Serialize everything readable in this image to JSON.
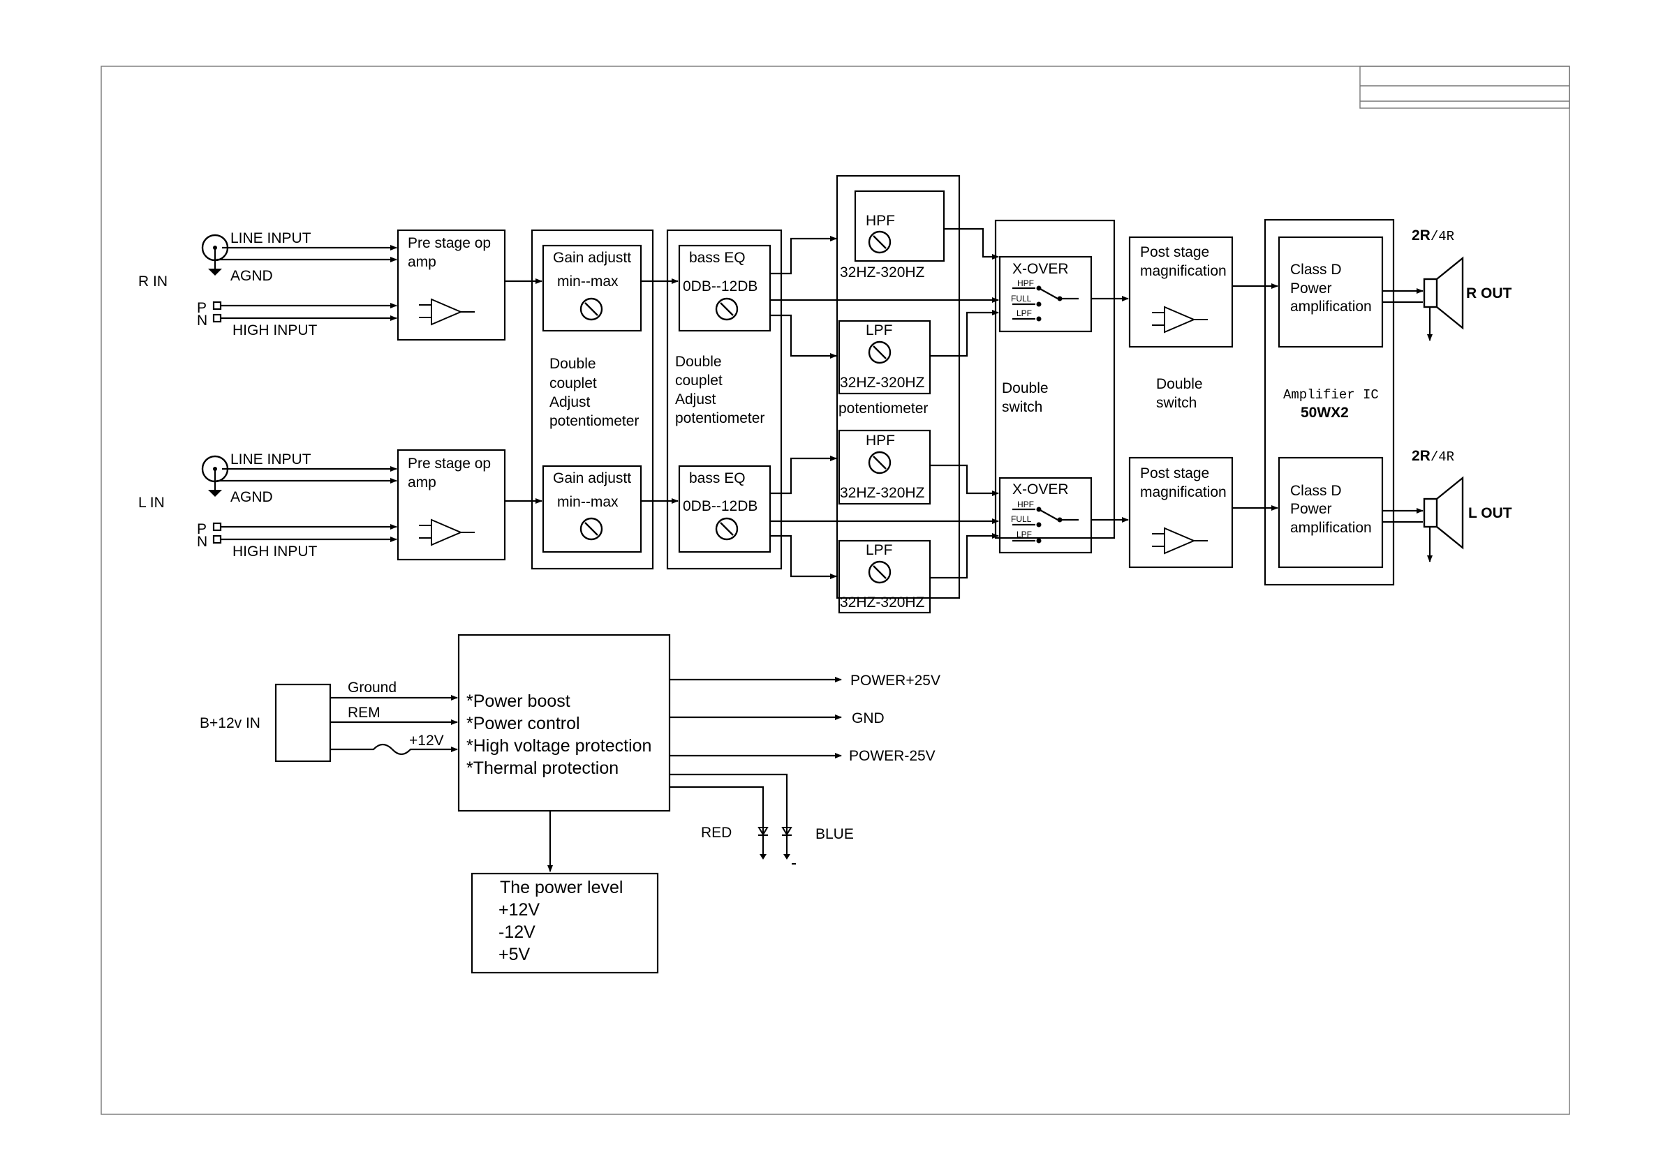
{
  "right_channel": {
    "label": "R IN",
    "line_input": "LINE INPUT",
    "agnd": "AGND",
    "p": "P",
    "n": "N",
    "high_input": "HIGH INPUT",
    "pre_amp": [
      "Pre stage op",
      "amp"
    ],
    "gain": [
      "Gain adjustt",
      "min--max"
    ],
    "bass": [
      "bass EQ",
      "0DB--12DB"
    ],
    "hpf": [
      "HPF",
      "32HZ-320HZ"
    ],
    "lpf": [
      "LPF",
      "32HZ-320HZ"
    ],
    "xover": "X-OVER",
    "post": [
      "Post stage",
      "magnification"
    ],
    "class_d": [
      "Class D",
      "Power",
      "amplification"
    ],
    "impedance_bold": "2R",
    "impedance_rest": "/4R",
    "out": "R OUT"
  },
  "left_channel": {
    "label": "L IN",
    "line_input": "LINE INPUT",
    "agnd": "AGND",
    "p": "P",
    "n": "N",
    "high_input": "HIGH INPUT",
    "pre_amp": [
      "Pre stage op",
      "amp"
    ],
    "gain": [
      "Gain adjustt",
      "min--max"
    ],
    "bass": [
      "bass EQ",
      "0DB--12DB"
    ],
    "hpf": [
      "HPF",
      "32HZ-320HZ"
    ],
    "lpf": [
      "LPF",
      "32HZ-320HZ"
    ],
    "xover": "X-OVER",
    "post": [
      "Post stage",
      "magnification"
    ],
    "class_d": [
      "Class D",
      "Power",
      "amplification"
    ],
    "impedance_bold": "2R",
    "impedance_rest": "/4R",
    "out": "L OUT"
  },
  "switch_labels": {
    "hpf": "HPF",
    "full": "FULL",
    "lpf": "LPF"
  },
  "shared": {
    "gain_pot": [
      "Double",
      "couplet",
      "Adjust",
      "potentiometer"
    ],
    "bass_pot": [
      "Double",
      "couplet",
      "Adjust",
      "potentiometer"
    ],
    "filter_pot": "potentiometer",
    "xover_switch": [
      "Double",
      "switch"
    ],
    "post_switch": [
      "Double",
      "switch"
    ],
    "amp_ic": "Amplifier IC",
    "amp_rating": "50WX2"
  },
  "power": {
    "input_label": "B+12v IN",
    "wires": [
      "Ground",
      "REM",
      "+12V"
    ],
    "block": [
      "*Power boost",
      "*Power control",
      "*High voltage protection",
      "*Thermal protection"
    ],
    "outputs": [
      "POWER+25V",
      "GND",
      "POWER-25V"
    ],
    "leds": [
      "RED",
      "BLUE"
    ],
    "level_title": "The power level",
    "levels": [
      "+12V",
      "-12V",
      "+5V"
    ]
  }
}
